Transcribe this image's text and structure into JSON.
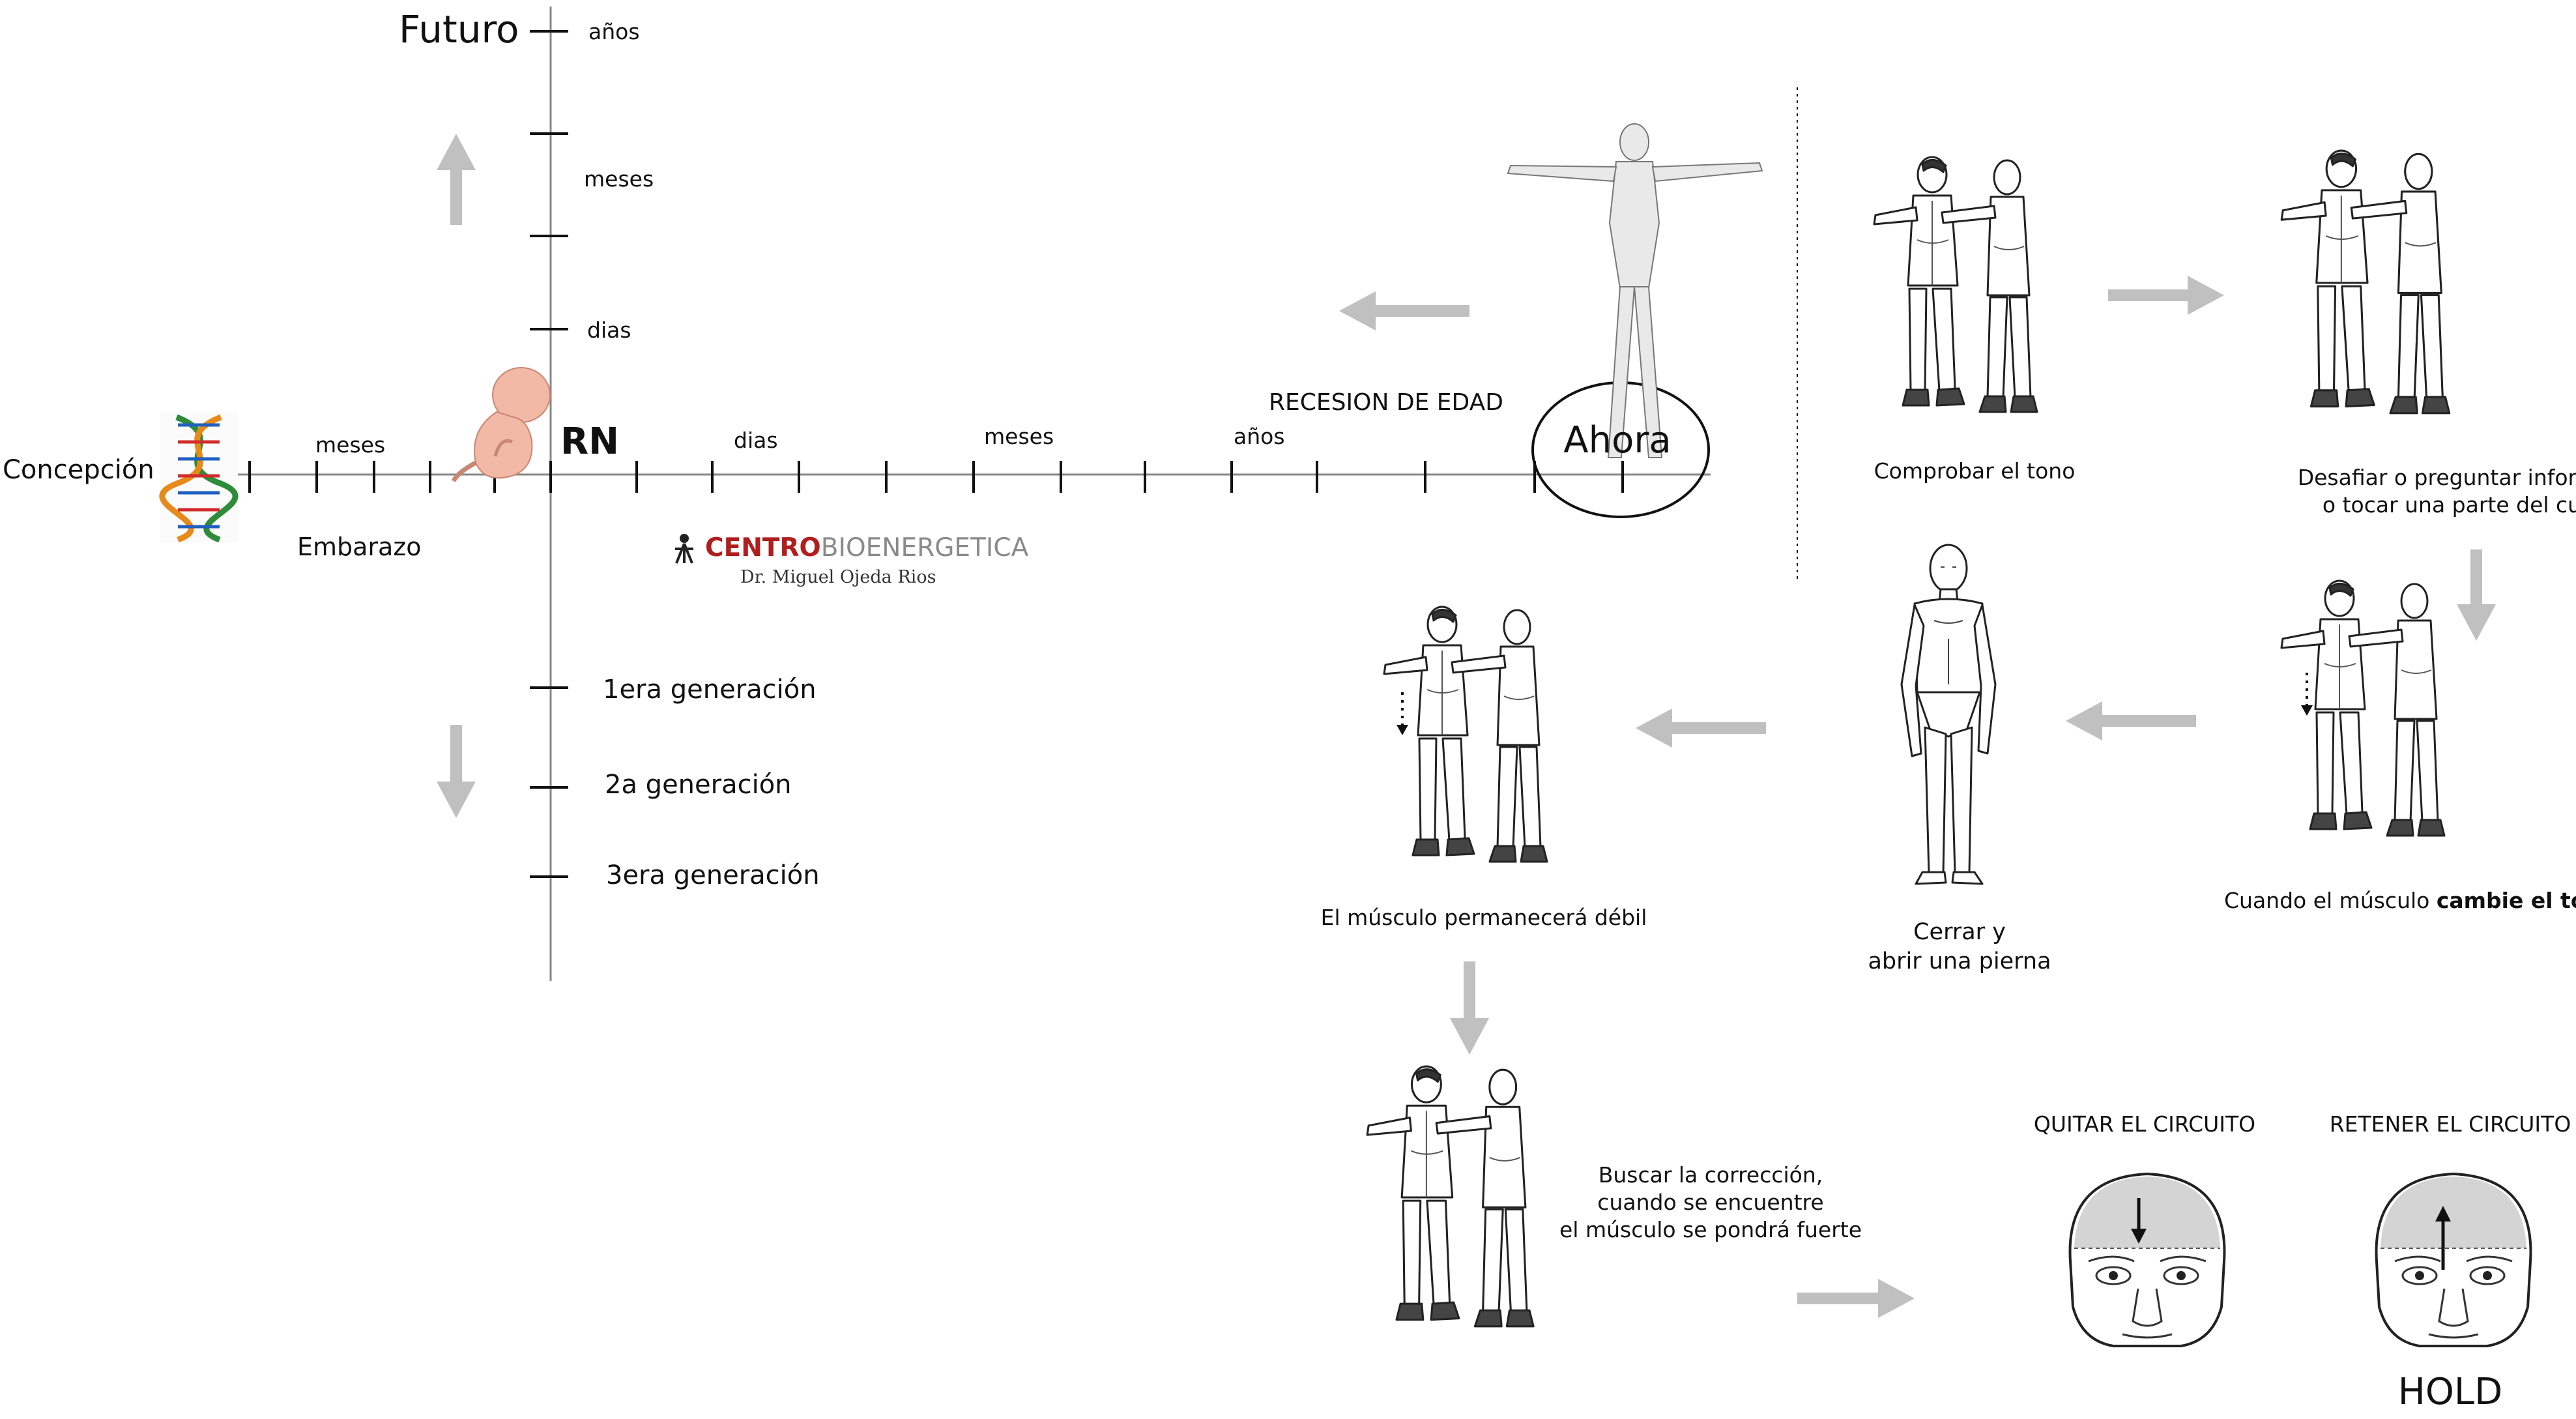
{
  "timeline": {
    "future_title": "Futuro",
    "vertical_labels": [
      "años",
      "meses",
      "dias"
    ],
    "generations": [
      "1era generación",
      "2a generación",
      "3era generación"
    ],
    "origin_label": "Concepción",
    "pregnancy_month_label": "meses",
    "pregnancy_label": "Embarazo",
    "newborn_label": "RN",
    "after_birth_labels": [
      "dias",
      "meses",
      "años"
    ],
    "age_recession_label": "RECESION DE EDAD",
    "now_label": "Ahora"
  },
  "logo": {
    "brand_bold": "CENTRO",
    "brand_light": "BIOENERGETICA",
    "doctor": "Dr. Miguel Ojeda Rios"
  },
  "procedure": {
    "step_check": "Comprobar el tono",
    "step_challenge": "Desafiar o preguntar información\no tocar una parte del cuerpo",
    "step_change_prefix": "Cuando el músculo ",
    "step_change_bold": "cambie el tono",
    "step_leg": "Cerrar y\nabrir una pierna",
    "step_weak": "El músculo permanecerá débil",
    "step_search": "Buscar la corrección,\ncuando se encuentre\nel músculo se pondrá fuerte",
    "remove_circuit": "QUITAR EL CIRCUITO",
    "retain_circuit": "RETENER EL CIRCUITO",
    "hold_label": "HOLD"
  },
  "colors": {
    "arrow": "#c0c0c0",
    "axis": "#888888",
    "brand_red": "#b01e1e",
    "fetus": "#f1b9a6",
    "skin": "#e9e9e9"
  },
  "icons": [
    "dna-icon",
    "fetus-icon",
    "human-figure-icon",
    "muscle-test-icon",
    "standing-man-icon",
    "head-circuit-icon",
    "logo-icon"
  ]
}
